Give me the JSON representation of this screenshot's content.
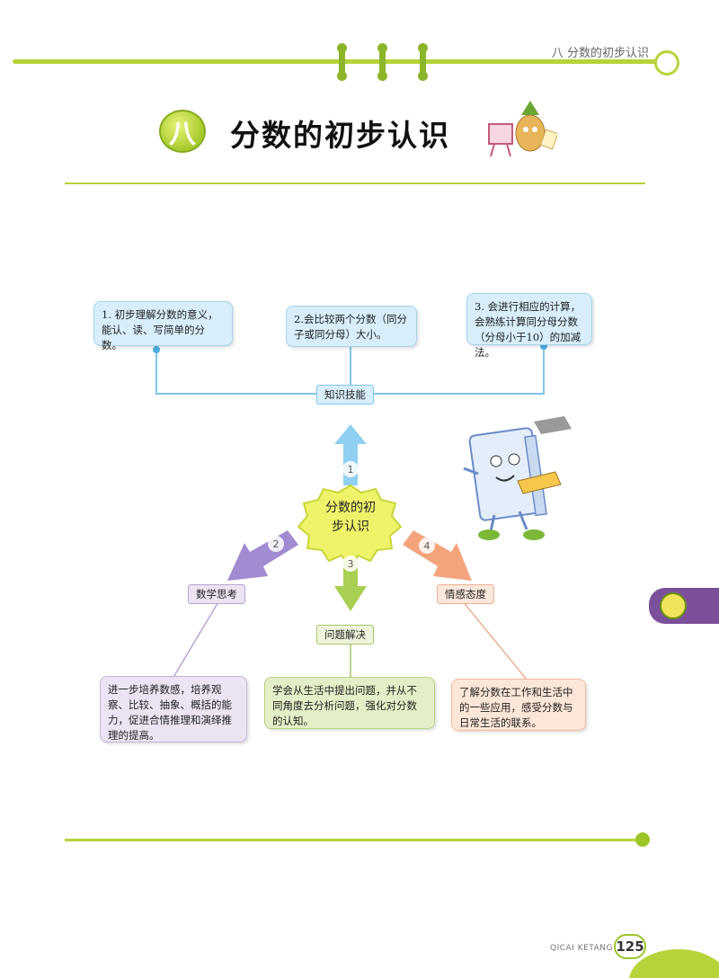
{
  "header": {
    "chapter": "八  分数的初步认识"
  },
  "title": {
    "badge": "八",
    "text": "分数的初步认识"
  },
  "knowledge": {
    "items": [
      "1. 初步理解分数的意义，能认、读、写简单的分数。",
      "2.会比较两个分数（同分子或同分母）大小。",
      "3. 会进行相应的计算，会熟练计算同分母分数（分母小于10）的加减法。"
    ],
    "tag": "知识技能"
  },
  "center": {
    "line1": "分数的初",
    "line2": "步认识"
  },
  "arrows": {
    "n1": "1",
    "n2": "2",
    "n3": "3",
    "n4": "4"
  },
  "math_thinking": {
    "tag": "数学思考",
    "text": "进一步培养数感，培养观察、比较、抽象、概括的能力，促进合情推理和演绎推理的提高。"
  },
  "problem_solving": {
    "tag": "问题解决",
    "text": "学会从生活中提出问题，并从不同角度去分析问题，强化对分数的认知。"
  },
  "attitude": {
    "tag": "情感态度",
    "text": "了解分数在工作和生活中的一些应用，感受分数与日常生活的联系。"
  },
  "footer": {
    "brand": "QICAI KETANG",
    "page": "125"
  }
}
